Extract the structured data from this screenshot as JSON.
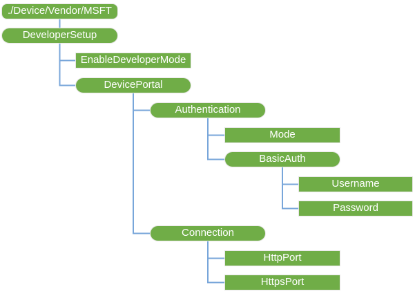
{
  "diagram": {
    "type": "tree",
    "colors": {
      "node_fill": "#70AD47",
      "node_border": "#E7E6E6",
      "node_text": "#FFFFFF",
      "connector": "#78A6DA",
      "background": "#FFFFFF"
    },
    "nodes": [
      {
        "label": "./Device/Vendor/MSFT",
        "shape": "rounded-rectangle",
        "parent": null
      },
      {
        "label": "DeveloperSetup",
        "shape": "pill",
        "parent": "./Device/Vendor/MSFT"
      },
      {
        "label": "EnableDeveloperMode",
        "shape": "rectangle",
        "parent": "DeveloperSetup"
      },
      {
        "label": "DevicePortal",
        "shape": "pill",
        "parent": "DeveloperSetup"
      },
      {
        "label": "Authentication",
        "shape": "pill",
        "parent": "DevicePortal"
      },
      {
        "label": "Mode",
        "shape": "rectangle",
        "parent": "Authentication"
      },
      {
        "label": "BasicAuth",
        "shape": "pill",
        "parent": "Authentication"
      },
      {
        "label": "Username",
        "shape": "rectangle",
        "parent": "BasicAuth"
      },
      {
        "label": "Password",
        "shape": "rectangle",
        "parent": "BasicAuth"
      },
      {
        "label": "Connection",
        "shape": "pill",
        "parent": "DevicePortal"
      },
      {
        "label": "HttpPort",
        "shape": "rectangle",
        "parent": "Connection"
      },
      {
        "label": "HttpsPort",
        "shape": "rectangle",
        "parent": "Connection"
      }
    ]
  }
}
